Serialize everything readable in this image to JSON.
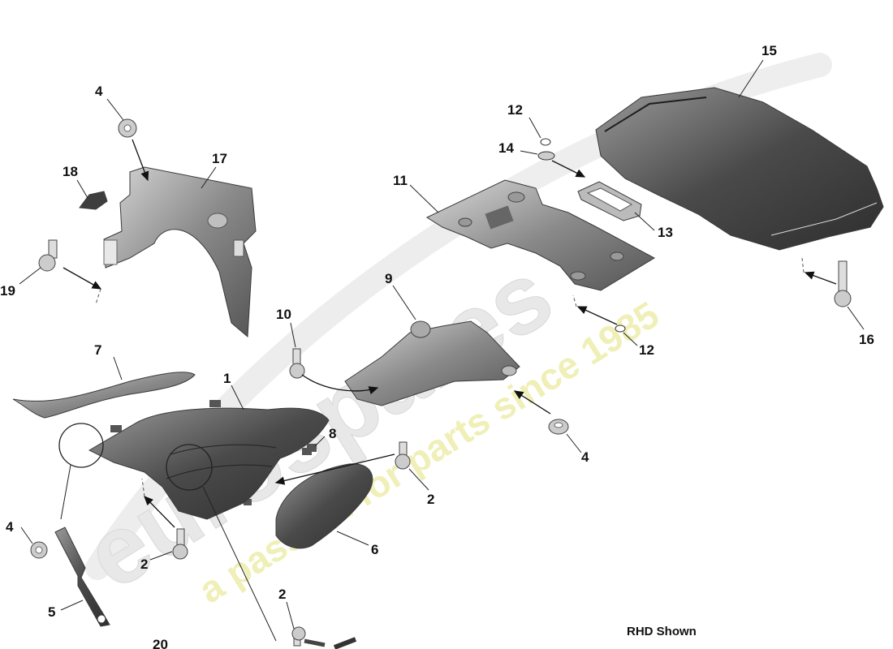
{
  "labels": {
    "l1": "1",
    "l2a": "2",
    "l2b": "2",
    "l2c": "2",
    "l4a": "4",
    "l4b": "4",
    "l4c": "4",
    "l5": "5",
    "l6": "6",
    "l7": "7",
    "l8": "8",
    "l9": "9",
    "l10": "10",
    "l11": "11",
    "l12a": "12",
    "l12b": "12",
    "l13": "13",
    "l14": "14",
    "l15": "15",
    "l16": "16",
    "l17": "17",
    "l18": "18",
    "l19": "19",
    "l20": "20"
  },
  "note": "RHD Shown",
  "watermark": {
    "brand": "eurospares",
    "tagline": "a passion for parts since 1985"
  },
  "colors": {
    "part_dark": "#4a4a4a",
    "part_mid": "#8a8a8a",
    "part_light": "#c8c8c8",
    "watermark_brand": "#e6e6e6",
    "watermark_tagline": "#eeeeb0"
  }
}
